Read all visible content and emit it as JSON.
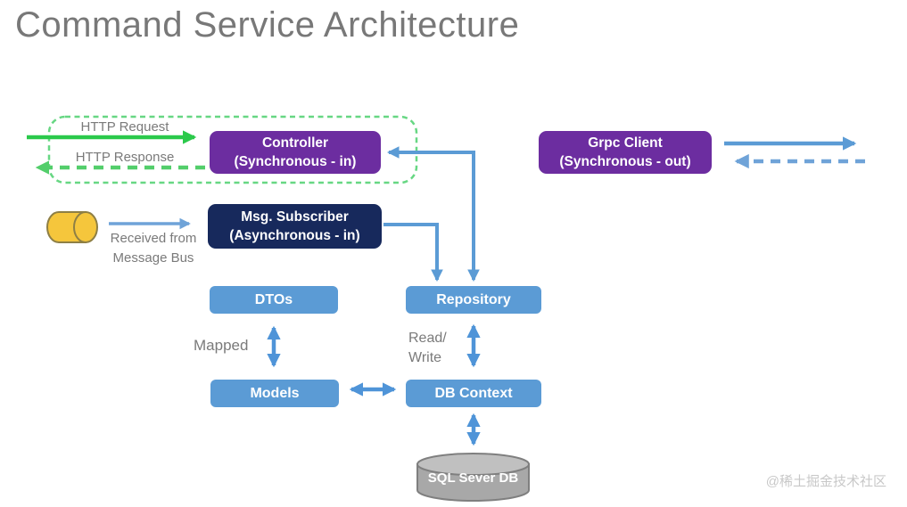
{
  "title": "Command Service Architecture",
  "watermark": "@稀土掘金技术社区",
  "colors": {
    "purple_box": "#6C2DA0",
    "navy_box": "#17295C",
    "blue_box": "#5B9BD5",
    "connector_blue": "#5B9BD5",
    "double_arrow_blue": "#4F94D8",
    "green_solid": "#2BC94B",
    "green_dashed": "#53CE6B",
    "green_border": "#67D783",
    "bus_cylinder_yellow": "#F5C63C",
    "db_cylinder_gray": "#A8A8A8",
    "text_gray": "#7A7A7A"
  },
  "http_flow": {
    "request_label": "HTTP Request",
    "response_label": "HTTP Response"
  },
  "nodes": {
    "controller": {
      "line1": "Controller",
      "line2": "(Synchronous - in)"
    },
    "grpc_client": {
      "line1": "Grpc Client",
      "line2": "(Synchronous - out)"
    },
    "msg_subscriber": {
      "line1": "Msg. Subscriber",
      "line2": "(Asynchronous - in)"
    },
    "dtos": {
      "label": "DTOs"
    },
    "repository": {
      "label": "Repository"
    },
    "models": {
      "label": "Models"
    },
    "db_context": {
      "label": "DB Context"
    },
    "sql_db": {
      "label": "SQL Sever DB"
    }
  },
  "annotations": {
    "message_bus_line1": "Received from",
    "message_bus_line2": "Message Bus",
    "mapped": "Mapped",
    "read_write_line1": "Read/",
    "read_write_line2": "Write"
  }
}
